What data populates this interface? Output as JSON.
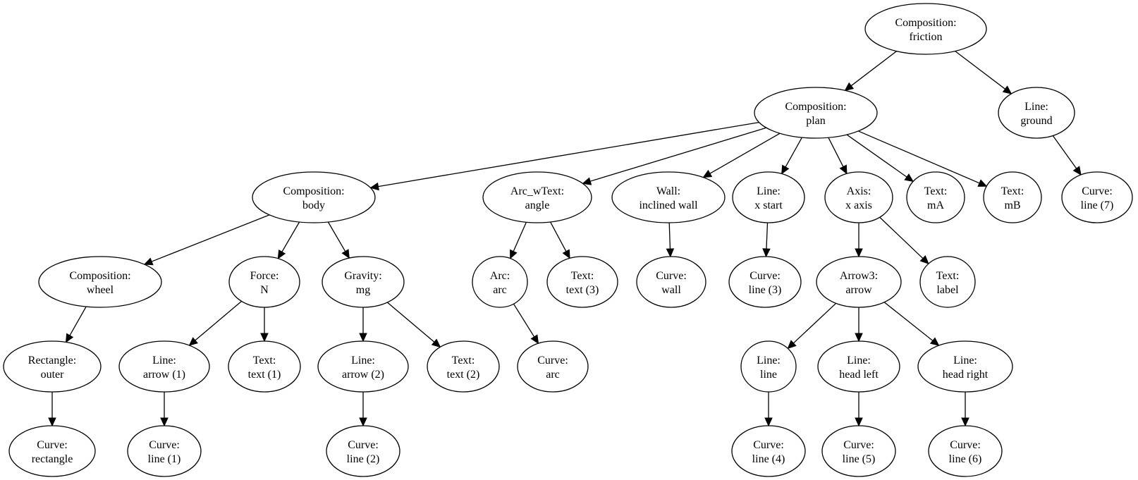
{
  "nodes": [
    {
      "id": "friction",
      "type": "Composition:",
      "name": "friction"
    },
    {
      "id": "plan",
      "type": "Composition:",
      "name": "plan"
    },
    {
      "id": "ground",
      "type": "Line:",
      "name": "ground"
    },
    {
      "id": "body",
      "type": "Composition:",
      "name": "body"
    },
    {
      "id": "angle",
      "type": "Arc_wText:",
      "name": "angle"
    },
    {
      "id": "inclined_wall",
      "type": "Wall:",
      "name": "inclined wall"
    },
    {
      "id": "x_start",
      "type": "Line:",
      "name": "x start"
    },
    {
      "id": "x_axis",
      "type": "Axis:",
      "name": "x axis"
    },
    {
      "id": "mA",
      "type": "Text:",
      "name": "mA"
    },
    {
      "id": "mB",
      "type": "Text:",
      "name": "mB"
    },
    {
      "id": "line7",
      "type": "Curve:",
      "name": "line (7)"
    },
    {
      "id": "wheel",
      "type": "Composition:",
      "name": "wheel"
    },
    {
      "id": "N",
      "type": "Force:",
      "name": "N"
    },
    {
      "id": "mg",
      "type": "Gravity:",
      "name": "mg"
    },
    {
      "id": "arc",
      "type": "Arc:",
      "name": "arc"
    },
    {
      "id": "text3",
      "type": "Text:",
      "name": "text (3)"
    },
    {
      "id": "wall",
      "type": "Curve:",
      "name": "wall"
    },
    {
      "id": "line3",
      "type": "Curve:",
      "name": "line (3)"
    },
    {
      "id": "arrow",
      "type": "Arrow3:",
      "name": "arrow"
    },
    {
      "id": "label",
      "type": "Text:",
      "name": "label"
    },
    {
      "id": "outer",
      "type": "Rectangle:",
      "name": "outer"
    },
    {
      "id": "arrow1",
      "type": "Line:",
      "name": "arrow (1)"
    },
    {
      "id": "text1",
      "type": "Text:",
      "name": "text (1)"
    },
    {
      "id": "arrow2",
      "type": "Line:",
      "name": "arrow (2)"
    },
    {
      "id": "text2",
      "type": "Text:",
      "name": "text (2)"
    },
    {
      "id": "curve_arc",
      "type": "Curve:",
      "name": "arc"
    },
    {
      "id": "line",
      "type": "Line:",
      "name": "line"
    },
    {
      "id": "head_left",
      "type": "Line:",
      "name": "head left"
    },
    {
      "id": "head_right",
      "type": "Line:",
      "name": "head right"
    },
    {
      "id": "rectangle",
      "type": "Curve:",
      "name": "rectangle"
    },
    {
      "id": "line1",
      "type": "Curve:",
      "name": "line (1)"
    },
    {
      "id": "line2",
      "type": "Curve:",
      "name": "line (2)"
    },
    {
      "id": "line4",
      "type": "Curve:",
      "name": "line (4)"
    },
    {
      "id": "line5",
      "type": "Curve:",
      "name": "line (5)"
    },
    {
      "id": "line6",
      "type": "Curve:",
      "name": "line (6)"
    }
  ],
  "edges": [
    {
      "from": "friction",
      "to": "plan"
    },
    {
      "from": "friction",
      "to": "ground"
    },
    {
      "from": "plan",
      "to": "body"
    },
    {
      "from": "plan",
      "to": "angle"
    },
    {
      "from": "plan",
      "to": "inclined_wall"
    },
    {
      "from": "plan",
      "to": "x_start"
    },
    {
      "from": "plan",
      "to": "x_axis"
    },
    {
      "from": "plan",
      "to": "mA"
    },
    {
      "from": "plan",
      "to": "mB"
    },
    {
      "from": "ground",
      "to": "line7"
    },
    {
      "from": "body",
      "to": "wheel"
    },
    {
      "from": "body",
      "to": "N"
    },
    {
      "from": "body",
      "to": "mg"
    },
    {
      "from": "angle",
      "to": "arc"
    },
    {
      "from": "angle",
      "to": "text3"
    },
    {
      "from": "inclined_wall",
      "to": "wall"
    },
    {
      "from": "x_start",
      "to": "line3"
    },
    {
      "from": "x_axis",
      "to": "arrow"
    },
    {
      "from": "x_axis",
      "to": "label"
    },
    {
      "from": "wheel",
      "to": "outer"
    },
    {
      "from": "N",
      "to": "arrow1"
    },
    {
      "from": "N",
      "to": "text1"
    },
    {
      "from": "mg",
      "to": "arrow2"
    },
    {
      "from": "mg",
      "to": "text2"
    },
    {
      "from": "arc",
      "to": "curve_arc"
    },
    {
      "from": "arrow",
      "to": "line"
    },
    {
      "from": "arrow",
      "to": "head_left"
    },
    {
      "from": "arrow",
      "to": "head_right"
    },
    {
      "from": "outer",
      "to": "rectangle"
    },
    {
      "from": "arrow1",
      "to": "line1"
    },
    {
      "from": "arrow2",
      "to": "line2"
    },
    {
      "from": "line",
      "to": "line4"
    },
    {
      "from": "head_left",
      "to": "line5"
    },
    {
      "from": "head_right",
      "to": "line6"
    }
  ]
}
